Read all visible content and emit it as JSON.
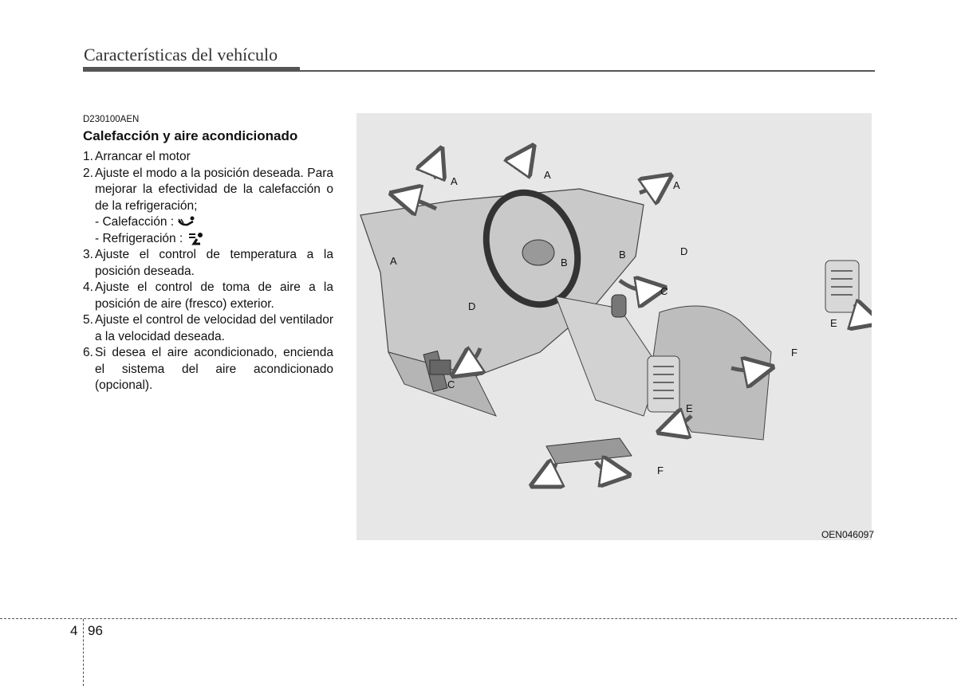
{
  "header": {
    "title": "Características del vehículo"
  },
  "section": {
    "code": "D230100AEN",
    "heading": "Calefacción y aire acondicionado",
    "steps": [
      {
        "num": "1.",
        "text": "Arrancar el motor"
      },
      {
        "num": "2.",
        "text": "Ajuste el modo a la posición deseada. Para mejorar la efectividad de la calefacción o de la refrigeración;"
      },
      {
        "num": "3.",
        "text": "Ajuste el control de temperatura a la posición deseada."
      },
      {
        "num": "4.",
        "text": "Ajuste el control de toma de aire a la posición de aire (fresco) exterior."
      },
      {
        "num": "5.",
        "text": "Ajuste el control de velocidad del ventilador a la velocidad deseada."
      },
      {
        "num": "6.",
        "text": "Si desea el aire acondicionado, encienda el sistema del aire acondicionado (opcional)."
      }
    ],
    "sub_items": {
      "heating": "- Calefacción :",
      "heating_icon": "floor-vent-mode-icon",
      "cooling": "- Refrigeración :",
      "cooling_icon": "face-vent-mode-icon"
    }
  },
  "figure": {
    "code": "OEN046097",
    "labels": {
      "a": "A",
      "b": "B",
      "c": "C",
      "d": "D",
      "e": "E",
      "f": "F"
    }
  },
  "footer": {
    "chapter": "4",
    "page": "96"
  }
}
